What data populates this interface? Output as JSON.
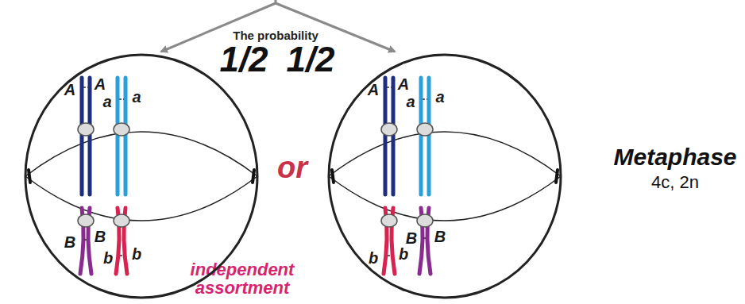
{
  "diagram": {
    "nodes": [
      {
        "text": [
          "A",
          "A",
          "a",
          "a",
          "B",
          "B",
          "b",
          "b"
        ]
      },
      {
        "text": [
          "A",
          "A",
          "a",
          "a",
          "b",
          "b",
          "B",
          "B"
        ]
      }
    ],
    "labels": [
      "The probability",
      "1/2",
      "1/2",
      "or",
      "independent assortment",
      "Metaphase",
      "4c, 2n"
    ]
  }
}
